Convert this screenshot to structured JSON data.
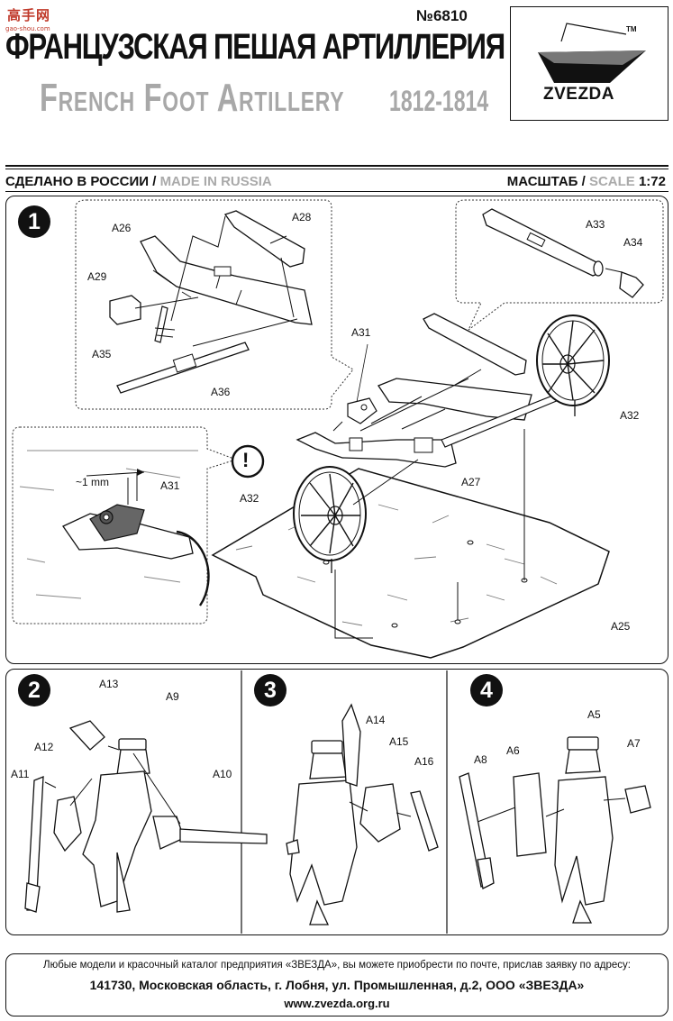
{
  "header": {
    "watermark": "高手网",
    "watermark_url": "gao-shou.com",
    "kit_number": "№6810",
    "title_ru": "ФРАНЦУЗСКАЯ ПЕШАЯ АРТИЛЛЕРИЯ",
    "title_en": "French Foot Artillery",
    "years": "1812-1814",
    "logo_text": "ZVEZDA",
    "logo_tm": "TM"
  },
  "strip": {
    "made_ru": "СДЕЛАНО В РОССИИ /",
    "made_en": "MADE IN RUSSIA",
    "scale_ru": "МАСШТАБ /",
    "scale_en": "SCALE",
    "scale_value": "1:72"
  },
  "step1": {
    "number": "1",
    "warning": "!",
    "gap_note": "~1 mm",
    "labels": {
      "a26": "A26",
      "a28": "A28",
      "a29": "A29",
      "a35": "A35",
      "a36": "A36",
      "a33": "A33",
      "a34": "A34",
      "a31": "A31",
      "a32": "A32",
      "a27": "A27",
      "a32b": "A32",
      "a25": "A25",
      "a31b": "A31"
    }
  },
  "step2": {
    "number": "2",
    "labels": {
      "a13": "A13",
      "a9": "A9",
      "a12": "A12",
      "a11": "A11",
      "a10": "A10"
    }
  },
  "step3": {
    "number": "3",
    "labels": {
      "a14": "A14",
      "a15": "A15",
      "a16": "A16"
    }
  },
  "step4": {
    "number": "4",
    "labels": {
      "a5": "A5",
      "a8": "A8",
      "a6": "A6",
      "a7": "A7"
    }
  },
  "footer": {
    "line1": "Любые модели и красочный каталог предприятия «ЗВЕЗДА», вы можете приобрести по почте, прислав заявку по адресу:",
    "line2": "141730, Московская область, г. Лобня, ул. Промышленная, д.2, ООО «ЗВЕЗДА»",
    "line3": "www.zvezda.org.ru"
  }
}
